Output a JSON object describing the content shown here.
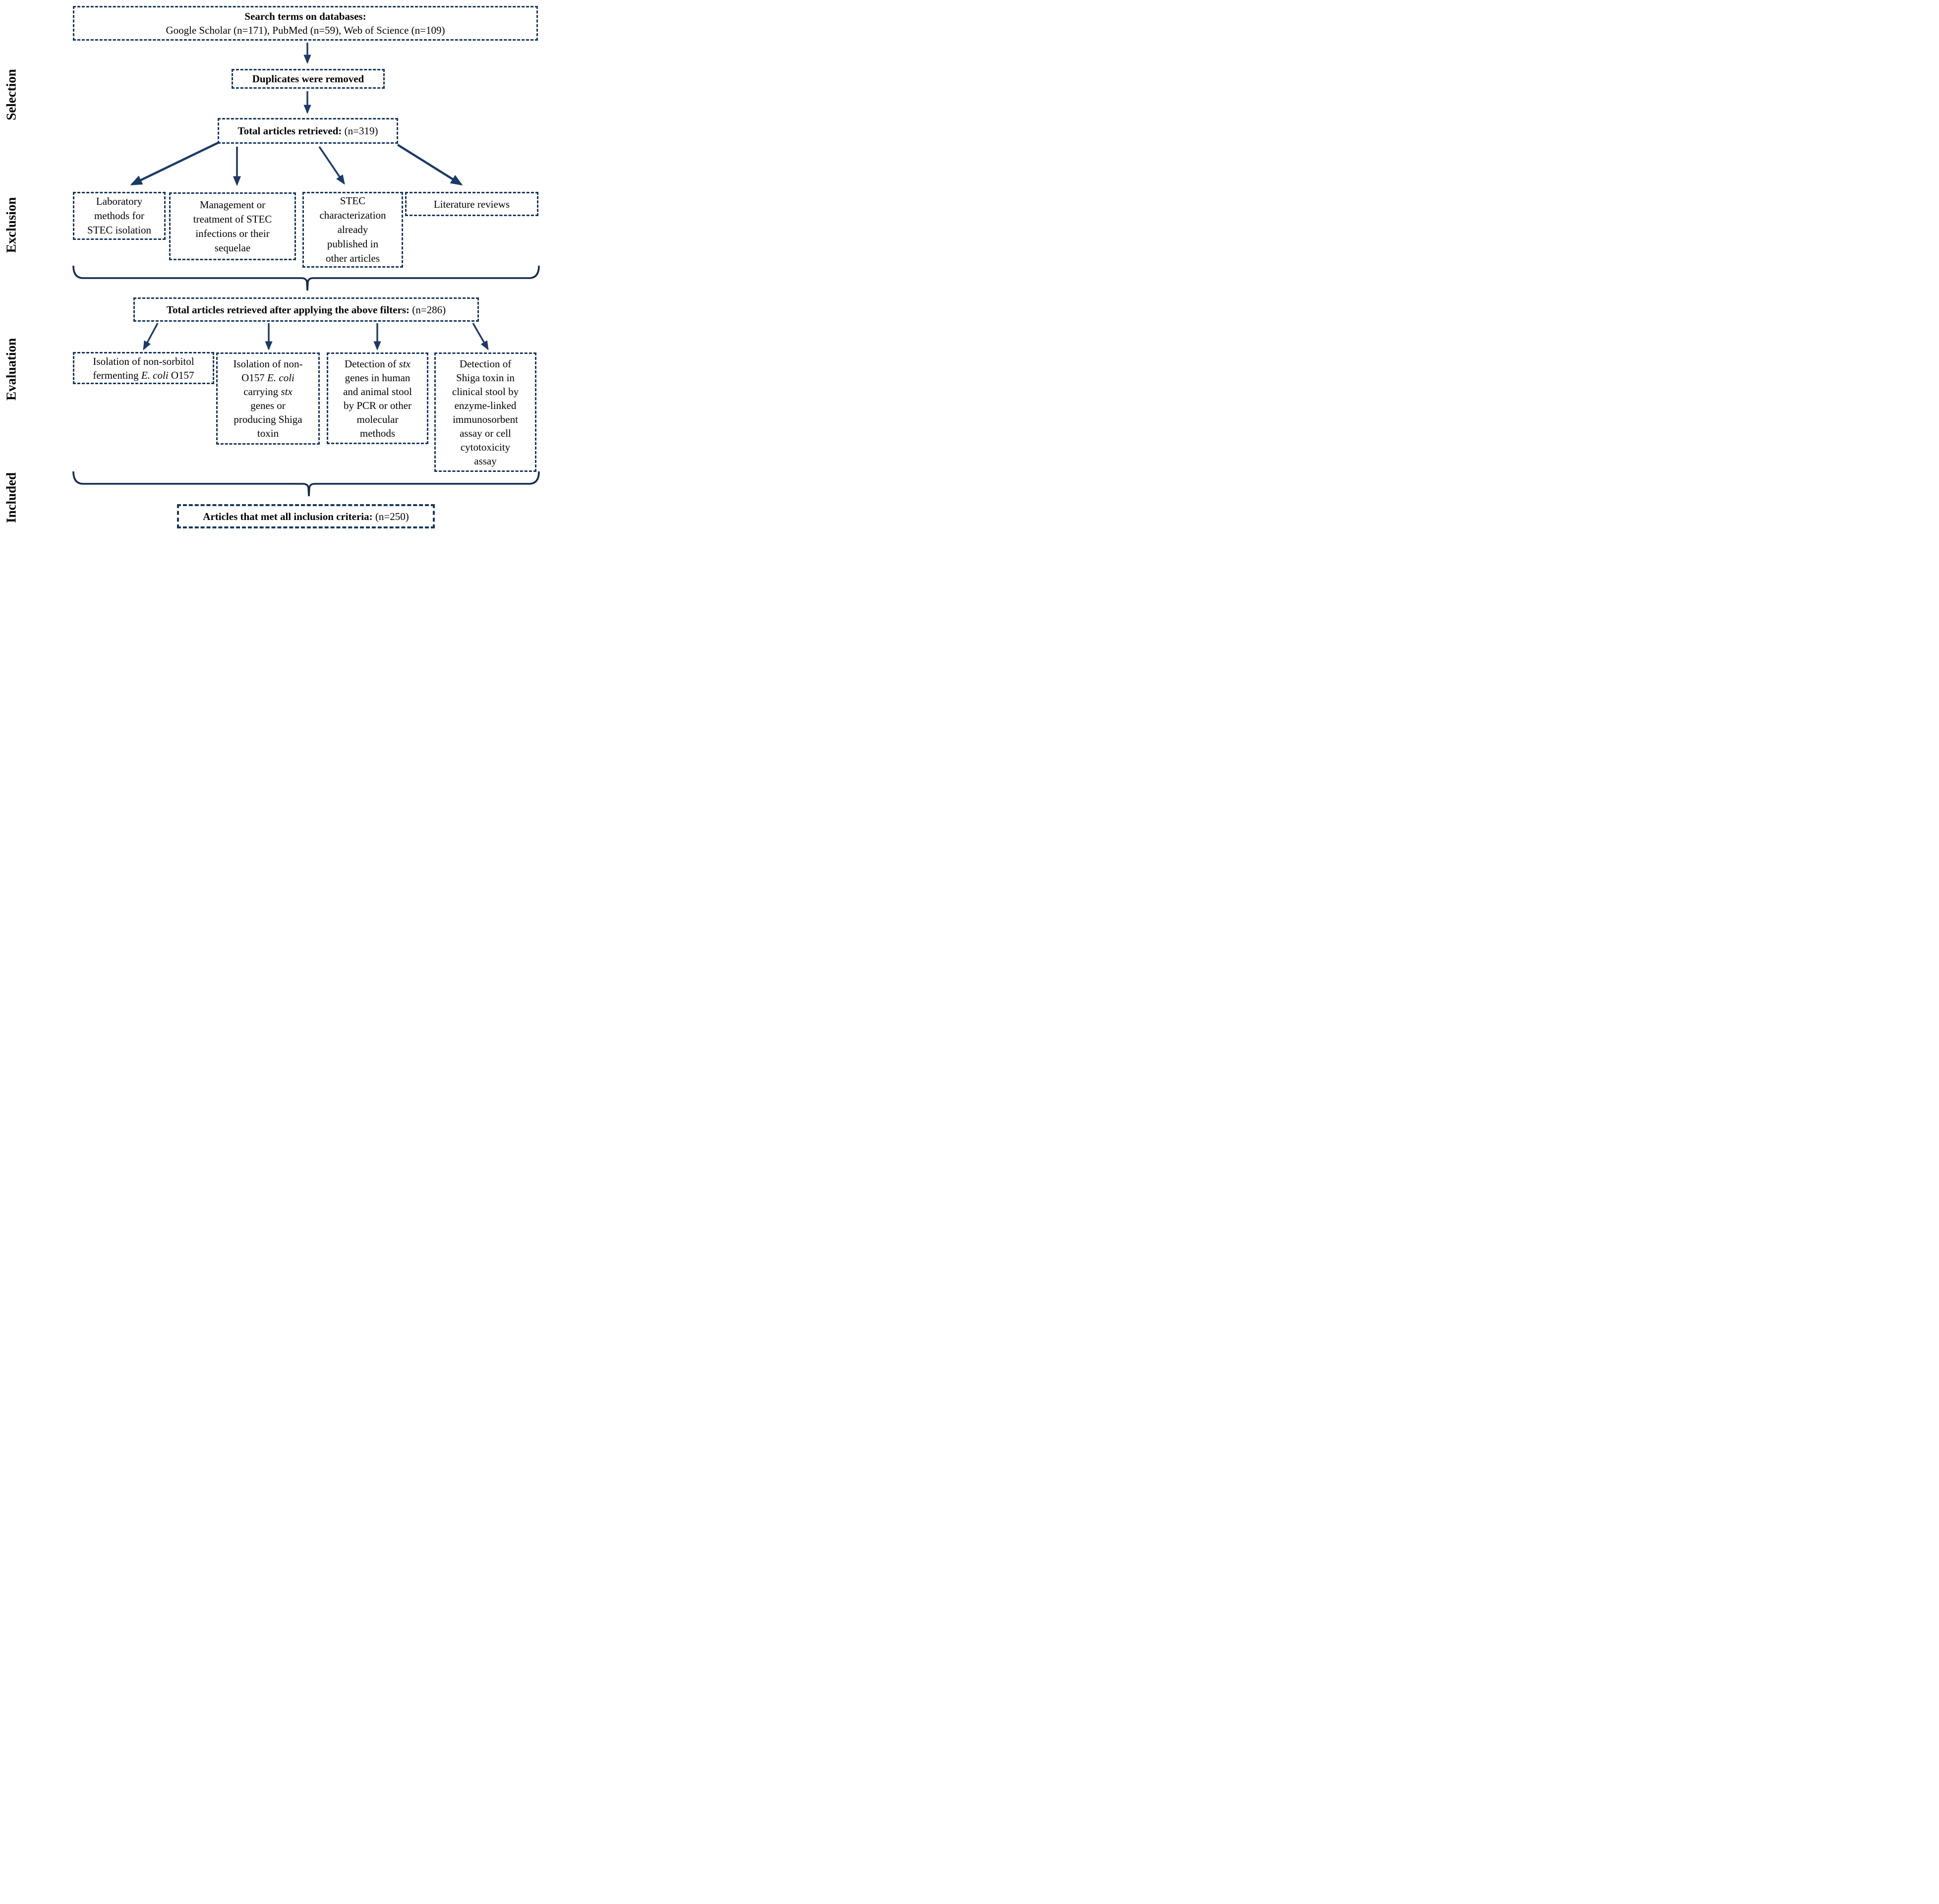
{
  "accent_color": "#17365D",
  "arrow_color": "#1b3a68",
  "bracket_color": "#152b52",
  "side_labels": [
    {
      "label": "Selection"
    },
    {
      "label": "Exclusion"
    },
    {
      "label": "Evaluation"
    },
    {
      "label": "Included"
    }
  ],
  "flow": {
    "search": {
      "lines": [
        [
          {
            "t": "Search terms on databases:",
            "b": true
          }
        ],
        [
          {
            "t": "Google Scholar (n=171), PubMed (n=59), Web of Science (n=109)"
          }
        ]
      ]
    },
    "duplicates": {
      "lines": [
        [
          {
            "t": "Duplicates were removed",
            "b": true
          }
        ]
      ]
    },
    "total_retrieved": {
      "lines": [
        [
          {
            "t": "Total articles retrieved:",
            "b": true
          },
          {
            "t": " (n=319)"
          }
        ]
      ]
    },
    "exclusion_boxes": [
      {
        "lines": [
          [
            {
              "t": "Laboratory"
            }
          ],
          [
            {
              "t": "methods for"
            }
          ],
          [
            {
              "t": "STEC isolation"
            }
          ]
        ]
      },
      {
        "lines": [
          [
            {
              "t": "Management or"
            }
          ],
          [
            {
              "t": "treatment of STEC"
            }
          ],
          [
            {
              "t": "infections or their"
            }
          ],
          [
            {
              "t": "sequelae"
            }
          ]
        ]
      },
      {
        "lines": [
          [
            {
              "t": "STEC"
            }
          ],
          [
            {
              "t": "characterization"
            }
          ],
          [
            {
              "t": "already"
            }
          ],
          [
            {
              "t": "published in"
            }
          ],
          [
            {
              "t": "other articles"
            }
          ]
        ]
      },
      {
        "lines": [
          [
            {
              "t": "Literature reviews"
            }
          ]
        ]
      }
    ],
    "filtered_total": {
      "lines": [
        [
          {
            "t": "Total articles retrieved after applying the above filters:",
            "b": true
          },
          {
            "t": " (n=286)"
          }
        ]
      ]
    },
    "evaluation_boxes": [
      {
        "lines": [
          [
            {
              "t": "Isolation of non-sorbitol"
            }
          ],
          [
            {
              "t": "fermenting "
            },
            {
              "t": "E. coli",
              "i": true
            },
            {
              "t": " O157"
            }
          ]
        ]
      },
      {
        "lines": [
          [
            {
              "t": "Isolation of non-"
            }
          ],
          [
            {
              "t": "O157 "
            },
            {
              "t": "E. coli",
              "i": true
            }
          ],
          [
            {
              "t": "carrying "
            },
            {
              "t": "stx",
              "i": true
            }
          ],
          [
            {
              "t": "genes or"
            }
          ],
          [
            {
              "t": "producing Shiga"
            }
          ],
          [
            {
              "t": "toxin"
            }
          ]
        ]
      },
      {
        "lines": [
          [
            {
              "t": "Detection of "
            },
            {
              "t": "stx",
              "i": true
            }
          ],
          [
            {
              "t": "genes in human"
            }
          ],
          [
            {
              "t": "and animal stool"
            }
          ],
          [
            {
              "t": "by PCR or other"
            }
          ],
          [
            {
              "t": "molecular"
            }
          ],
          [
            {
              "t": "methods"
            }
          ]
        ]
      },
      {
        "lines": [
          [
            {
              "t": "Detection of"
            }
          ],
          [
            {
              "t": "Shiga toxin in"
            }
          ],
          [
            {
              "t": "clinical stool by"
            }
          ],
          [
            {
              "t": "enzyme-linked"
            }
          ],
          [
            {
              "t": "immunosorbent"
            }
          ],
          [
            {
              "t": "assay or cell"
            }
          ],
          [
            {
              "t": "cytotoxicity"
            }
          ],
          [
            {
              "t": "assay"
            }
          ]
        ]
      }
    ],
    "included": {
      "lines": [
        [
          {
            "t": "Articles that met all inclusion criteria:",
            "b": true
          },
          {
            "t": " (n=250)"
          }
        ]
      ]
    }
  }
}
